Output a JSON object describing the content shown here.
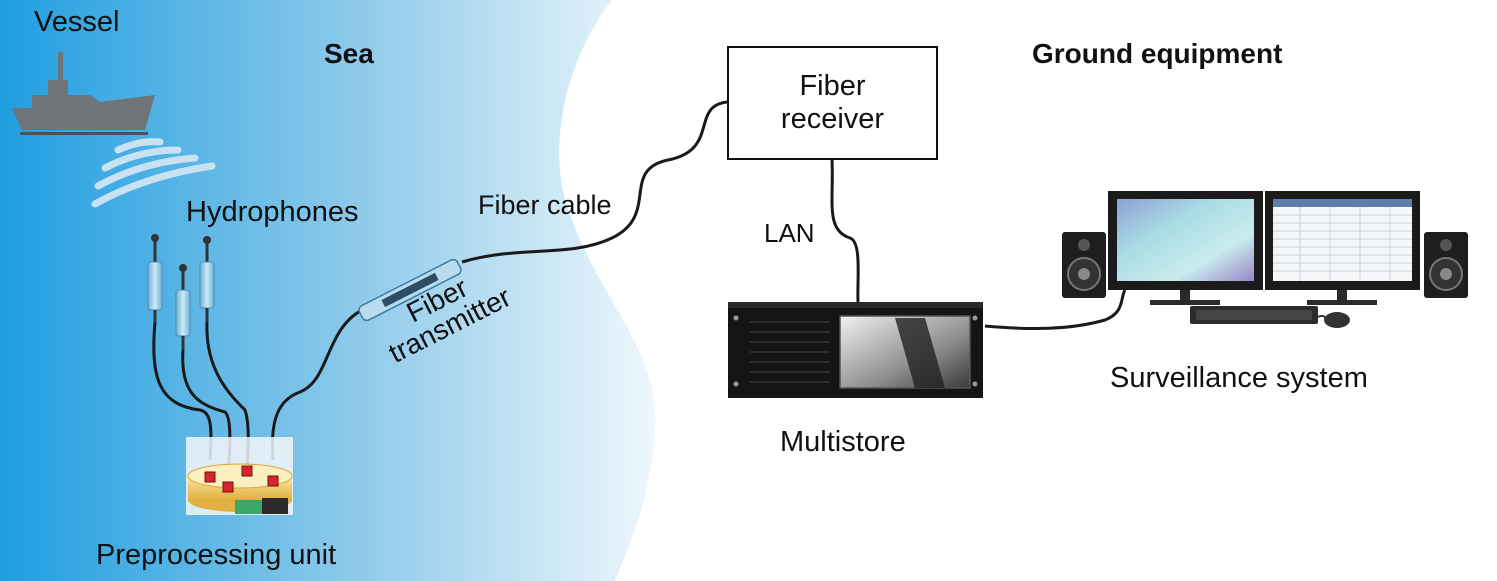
{
  "regions": {
    "sea": "Sea",
    "ground": "Ground equipment"
  },
  "labels": {
    "vessel": "Vessel",
    "hydrophones": "Hydrophones",
    "preprocessing_unit": "Preprocessing unit",
    "fiber_transmitter_line1": "Fiber",
    "fiber_transmitter_line2": "transmitter",
    "fiber_cable": "Fiber cable",
    "fiber_receiver_line1": "Fiber",
    "fiber_receiver_line2": "receiver",
    "lan": "LAN",
    "multistore": "Multistore",
    "surveillance_system": "Surveillance system"
  },
  "colors": {
    "sea_gradient_start": "#1f9ee0",
    "sea_gradient_end": "#ffffff",
    "cable": "#1a1a1a",
    "hydrophone_body": "#9ecfe8",
    "connector_red": "#d9262e",
    "vessel_gray": "#6f7478",
    "sonar_waves": "#cfe6f5"
  },
  "icons": [
    "vessel-icon",
    "sonar-wave-icon",
    "hydrophone-icon",
    "preprocessing-unit-icon",
    "fiber-transmitter-icon",
    "multistore-server-icon",
    "speaker-icon",
    "monitor-icon",
    "keyboard-icon",
    "mouse-icon"
  ]
}
